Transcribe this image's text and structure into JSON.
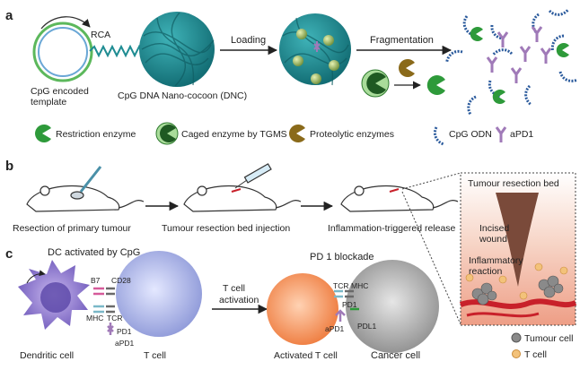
{
  "panel_a": {
    "letter": "a",
    "rca": "RCA",
    "template": [
      "CpG encoded",
      "template"
    ],
    "dnc": "CpG DNA Nano-cocoon (DNC)",
    "loading": "Loading",
    "fragmentation": "Fragmentation",
    "legend": {
      "restriction": "Restriction enzyme",
      "caged": "Caged enzyme by TGMS",
      "proteolytic": "Proteolytic enzymes",
      "cpg": "CpG ODN",
      "apd1": "aPD1"
    }
  },
  "panel_b": {
    "letter": "b",
    "step1": "Resection of primary tumour",
    "step2": "Tumour resection bed injection",
    "step3": "Inflammation-triggered release",
    "inset": {
      "title": "Tumour resection bed",
      "wound": [
        "Incised",
        "wound"
      ],
      "inflam": [
        "Inflammatory",
        "reaction"
      ],
      "tumour_cell": "Tumour cell",
      "t_cell": "T cell"
    }
  },
  "panel_c": {
    "letter": "c",
    "dc_title": "DC activated by CpG",
    "pd1_title": "PD 1 blockade",
    "activation": [
      "T cell",
      "activation"
    ],
    "b7": "B7",
    "cd28": "CD28",
    "mhc": "MHC",
    "tcr": "TCR",
    "pd1": "PD1",
    "apd1": "aPD1",
    "tcr2": "TCR",
    "mhc2": "MHC",
    "pd1_b": "PD1",
    "apd1_b": "aPD1",
    "pdl1": "PDL1",
    "dendritic": "Dendritic cell",
    "tcell": "T cell",
    "activated": "Activated T cell",
    "cancer": "Cancer cell"
  },
  "colors": {
    "teal": "#1e8c92",
    "green": "#2e9a3a",
    "purple": "#a07ab8",
    "blue": "#2a5a9c",
    "orange": "#f0894e",
    "grey": "#9a9a9a",
    "red": "#c8202a"
  }
}
